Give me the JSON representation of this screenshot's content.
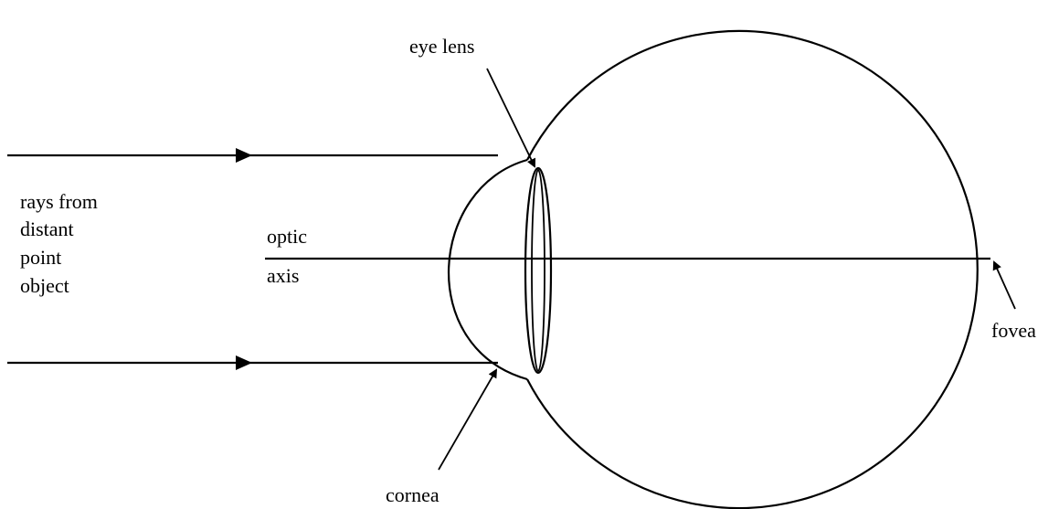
{
  "labels": {
    "eye_lens": "eye lens",
    "rays_line1": "rays from",
    "rays_line2": "distant",
    "rays_line3": "point",
    "rays_line4": "object",
    "optic": "optic",
    "axis": "axis",
    "fovea": "fovea",
    "cornea": "cornea"
  },
  "colors": {
    "stroke": "#000000",
    "background": "#ffffff"
  }
}
